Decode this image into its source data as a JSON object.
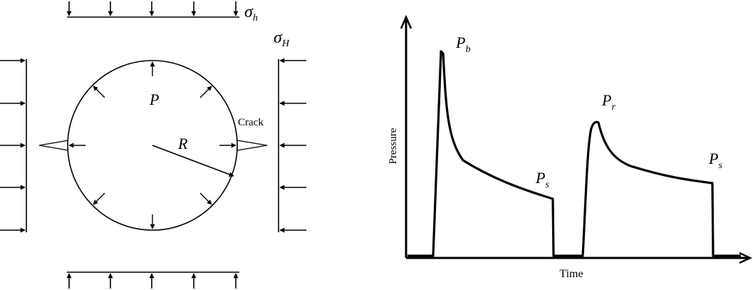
{
  "stress_diagram": {
    "sigma_h": {
      "symbol": "σ",
      "subscript": "h"
    },
    "sigma_H": {
      "symbol": "σ",
      "subscript": "H"
    },
    "pressure_label": "P",
    "radius_label": "R",
    "crack_label": "Crack"
  },
  "pressure_curve": {
    "ylabel": "Pressure",
    "xlabel": "Time",
    "peaks": [
      {
        "symbol": "P",
        "subscript": "b"
      },
      {
        "symbol": "P",
        "subscript": "s"
      },
      {
        "symbol": "P",
        "subscript": "r"
      },
      {
        "symbol": "P",
        "subscript": "s"
      }
    ]
  },
  "colors": {
    "stroke": "#000000",
    "background": "#ffffff"
  }
}
